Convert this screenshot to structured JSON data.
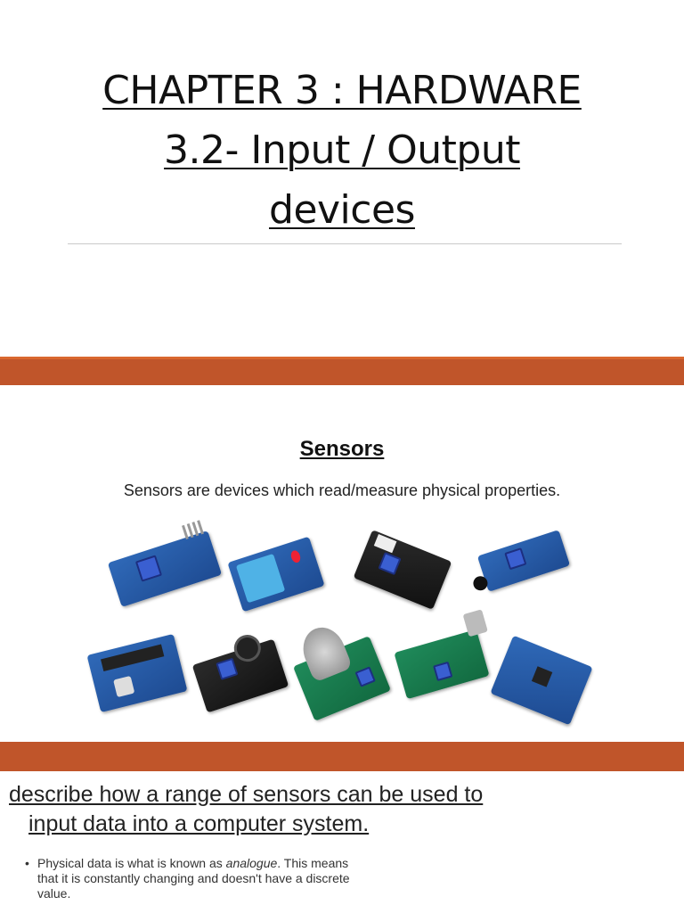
{
  "title": {
    "line1": "CHAPTER 3 : HARDWARE",
    "line2": "3.2- Input / Output",
    "line3": "devices"
  },
  "sensors": {
    "heading": "Sensors",
    "description": "Sensors are devices which read/measure physical properties."
  },
  "objective": {
    "line1": " describe how a range of sensors can be used to",
    "line2": "input data into a computer system."
  },
  "bullet": {
    "dot": "•",
    "text_before": "Physical data is what is known as ",
    "emphasis": "analogue",
    "text_after": ". This means that it is constantly changing and doesn't have a discrete value."
  },
  "colors": {
    "band": "#c0552a",
    "board_blue": "#2f69b8",
    "board_black": "#1a1a1a",
    "board_green": "#1f8a5a"
  }
}
